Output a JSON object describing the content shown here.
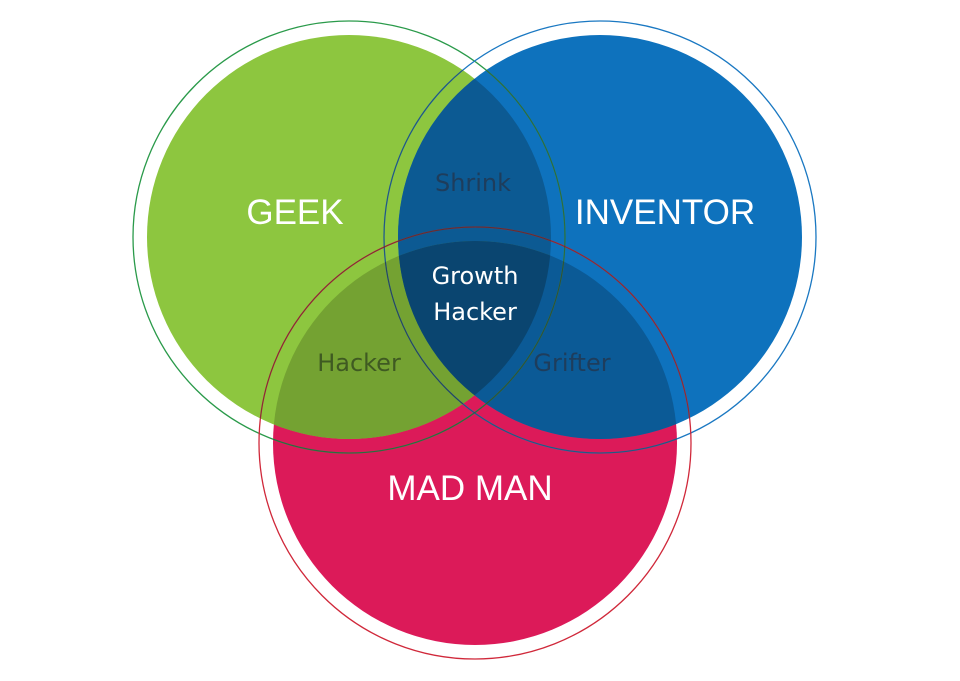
{
  "sets": [
    {
      "label": "GEEK",
      "color": "#8dc63f",
      "ring": "#2a9a4a"
    },
    {
      "label": "INVENTOR",
      "color": "#0e72bd",
      "ring": "#1a78c2"
    },
    {
      "label": "MAD MAN",
      "color": "#dc1a59",
      "ring": "#d0283a"
    }
  ],
  "overlaps": {
    "geek_inventor": {
      "label": "Shrink",
      "color": "#0c5a93"
    },
    "geek_madman": {
      "label": "Hacker",
      "color": "#74a232"
    },
    "inventor_madman": {
      "label": "Grifter",
      "color": "#0b5a96"
    },
    "all": {
      "label_line1": "Growth",
      "label_line2": "Hacker",
      "color": "#0a4570"
    }
  }
}
